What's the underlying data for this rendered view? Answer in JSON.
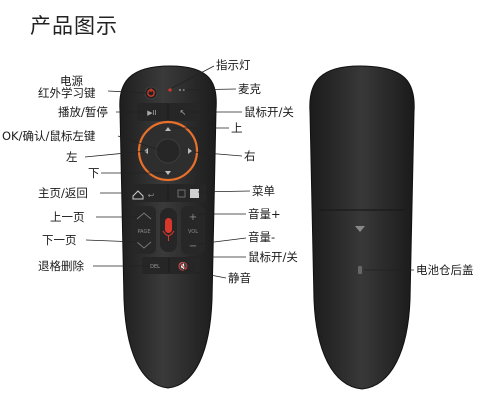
{
  "title": "产品图示",
  "labels": {
    "power": "电源",
    "ir_learn": "红外学习键",
    "play_pause": "播放/暂停",
    "ok_click": "OK/确认/鼠标左键",
    "left": "左",
    "down": "下",
    "home_back": "主页/返回",
    "page_up": "上一页",
    "page_down": "下一页",
    "backspace": "退格删除",
    "indicator": "指示灯",
    "mic": "麦克",
    "mouse_toggle_top": "鼠标开/关",
    "up": "上",
    "right": "右",
    "menu": "菜单",
    "vol_up": "音量+",
    "vol_down": "音量-",
    "mouse_toggle_bottom": "鼠标开/关",
    "mute": "静音",
    "battery_cover": "电池仓后盖"
  },
  "remote_text": {
    "page": "PAGE",
    "vol": "VOL",
    "del": "DEL"
  },
  "colors": {
    "body": "#2b2b2b",
    "body_edge": "#1a1a1a",
    "ring": "#e8702a",
    "power": "#d63a2a",
    "mic": "#d8372b"
  }
}
